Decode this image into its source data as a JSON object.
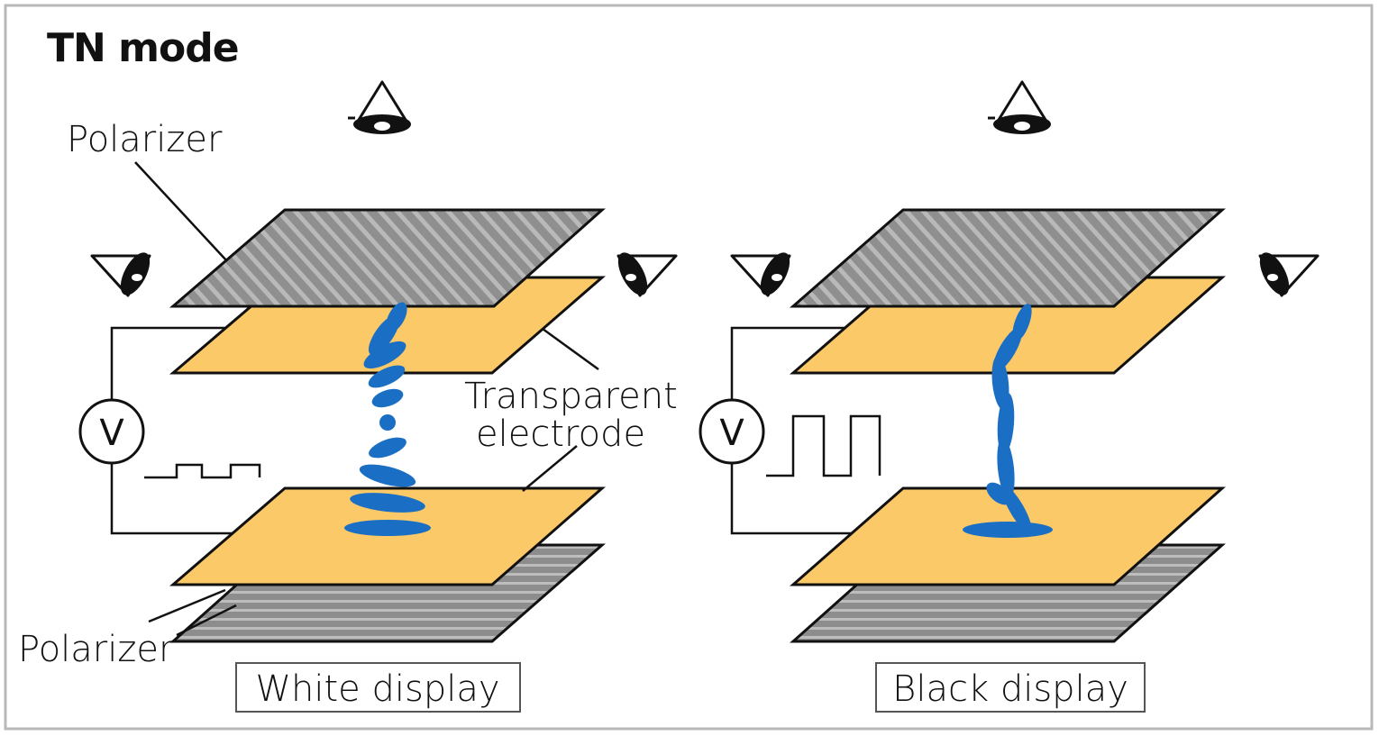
{
  "title": "TN mode",
  "labels": {
    "polarizer_top": "Polarizer",
    "polarizer_bottom": "Polarizer",
    "electrode_line1": "Transparent",
    "electrode_line2": "electrode"
  },
  "panels": [
    {
      "caption": "White display",
      "voltmeter": "V"
    },
    {
      "caption": "Black display",
      "voltmeter": "V"
    }
  ],
  "colors": {
    "electrode": "#fcc968",
    "polarizer_top": "#8c8c8c",
    "polarizer_bottom": "#8a8a8a",
    "liquid_crystal": "#1a6fc4",
    "outline": "#111111",
    "frame": "#b8b8b8"
  },
  "icons": [
    "eye-icon",
    "voltmeter-icon",
    "square-wave-icon"
  ]
}
